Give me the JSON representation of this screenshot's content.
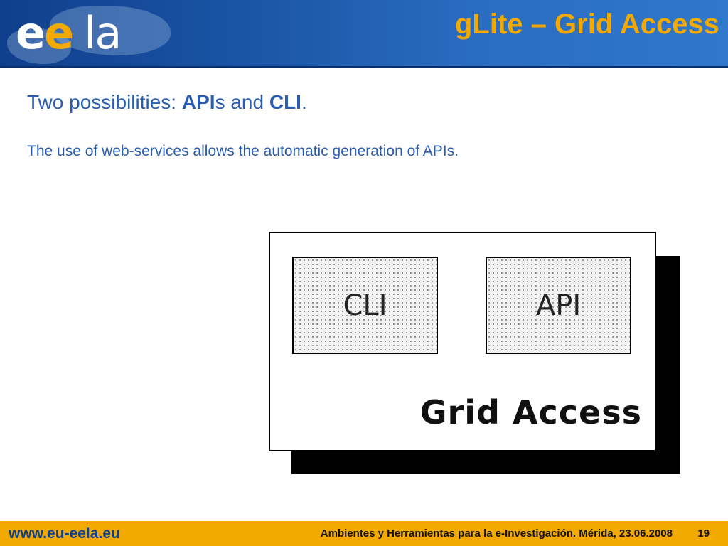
{
  "header": {
    "logo": {
      "e1": "e",
      "e2": "e",
      "la": "la"
    },
    "title": "gLite – Grid Access"
  },
  "content": {
    "line1": {
      "prefix": "Two possibilities: ",
      "api": "API",
      "middle": "s and ",
      "cli": "CLI",
      "suffix": "."
    },
    "line2": "The use of web-services allows the automatic generation of APIs."
  },
  "diagram": {
    "box_left_label": "CLI",
    "box_right_label": "API",
    "container_label": "Grid Access"
  },
  "footer": {
    "url": "www.eu-eela.eu",
    "event": "Ambientes y Herramientas para la e-Investigación. Mérida, 23.06.2008",
    "page": "19"
  },
  "colors": {
    "header_blue": "#1b55a6",
    "accent_orange": "#f2a900",
    "text_blue": "#2a5db0"
  }
}
